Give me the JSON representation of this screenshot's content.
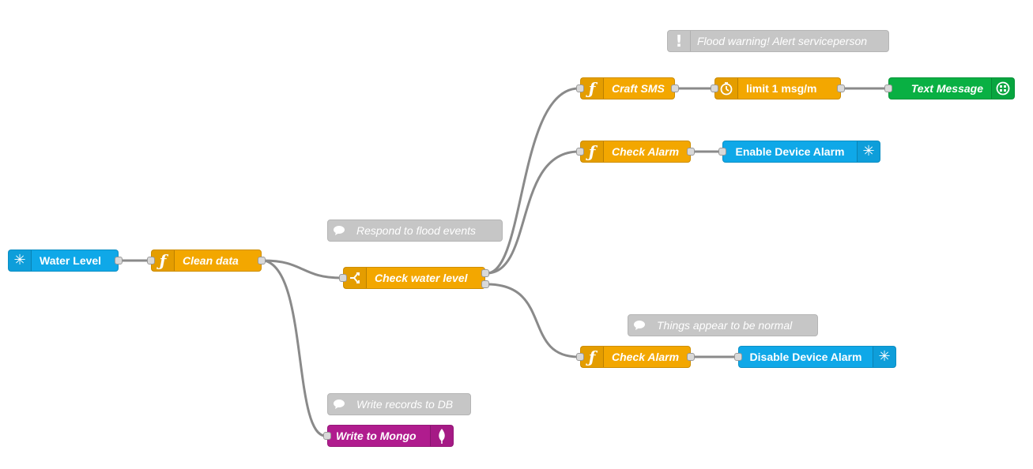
{
  "colors": {
    "function_node": "#f3a700",
    "device_node": "#0fa8e8",
    "sms_node": "#09b043",
    "mongo_node": "#b01c8e",
    "comment_node": "#c6c6c6",
    "wire": "#8a8a8a"
  },
  "comments": {
    "flood_warning": {
      "label": "Flood warning! Alert serviceperson",
      "icon": "exclamation-icon"
    },
    "respond": {
      "label": "Respond to flood events",
      "icon": "speech-bubble-icon"
    },
    "normal": {
      "label": "Things appear to be normal",
      "icon": "speech-bubble-icon"
    },
    "write_db": {
      "label": "Write records to DB",
      "icon": "speech-bubble-icon"
    }
  },
  "nodes": {
    "water_level": {
      "label": "Water Level",
      "icon": "device-star-icon"
    },
    "clean_data": {
      "label": "Clean data",
      "icon": "function-icon"
    },
    "check_water_level": {
      "label": "Check water level",
      "icon": "switch-icon"
    },
    "craft_sms": {
      "label": "Craft SMS",
      "icon": "function-icon"
    },
    "limit": {
      "label": "limit 1 msg/m",
      "icon": "timer-icon"
    },
    "text_message": {
      "label": "Text Message",
      "icon": "sms-icon"
    },
    "check_alarm_1": {
      "label": "Check Alarm",
      "icon": "function-icon"
    },
    "enable_alarm": {
      "label": "Enable Device Alarm",
      "icon": "device-star-icon"
    },
    "check_alarm_2": {
      "label": "Check Alarm",
      "icon": "function-icon"
    },
    "disable_alarm": {
      "label": "Disable Device Alarm",
      "icon": "device-star-icon"
    },
    "write_mongo": {
      "label": "Write to Mongo",
      "icon": "mongo-leaf-icon"
    }
  }
}
